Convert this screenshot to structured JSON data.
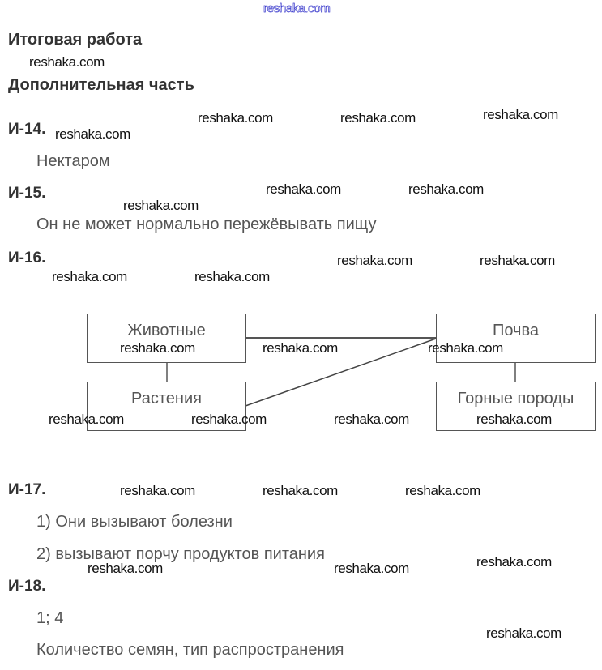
{
  "watermark": "reshaka.com",
  "title": "Итоговая работа",
  "subtitle": "Дополнительная часть",
  "questions": [
    {
      "label": "И-14.",
      "answers": [
        "Нектаром"
      ]
    },
    {
      "label": "И-15.",
      "answers": [
        "Он не может нормально пережёвывать пищу"
      ]
    },
    {
      "label": "И-16.",
      "diagram": {
        "nodes": [
          "Животные",
          "Почва",
          "Растения",
          "Горные породы"
        ],
        "edges": [
          [
            "Животные",
            "Почва"
          ],
          [
            "Животные",
            "Растения"
          ],
          [
            "Растения",
            "Почва"
          ],
          [
            "Почва",
            "Горные породы"
          ]
        ]
      }
    },
    {
      "label": "И-17.",
      "answers": [
        "1) Они вызывают болезни",
        "2) вызывают порчу продуктов питания"
      ]
    },
    {
      "label": "И-18.",
      "answers": [
        "1; 4",
        "Количество семян, тип распространения"
      ]
    }
  ]
}
